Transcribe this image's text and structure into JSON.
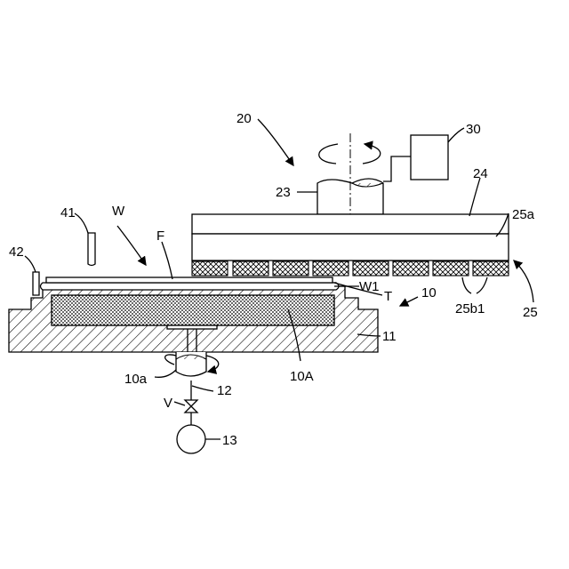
{
  "labels": {
    "l20": "20",
    "l30": "30",
    "l23": "23",
    "l24": "24",
    "l25a": "25a",
    "l41": "41",
    "lW": "W",
    "lF": "F",
    "l42": "42",
    "lW1": "W1",
    "lT": "T",
    "l10": "10",
    "l25b1": "25b1",
    "l25": "25",
    "l11": "11",
    "l10A": "10A",
    "l10a": "10a",
    "l12": "12",
    "lV": "V",
    "l13": "13"
  }
}
